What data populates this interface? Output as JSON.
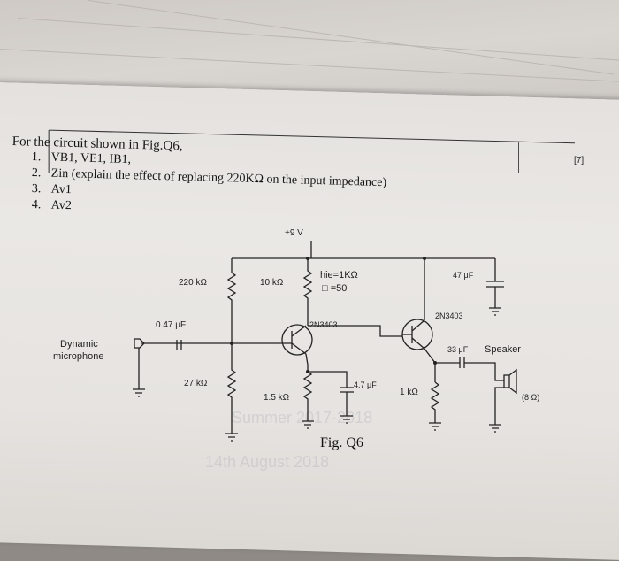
{
  "question": {
    "title": "For the circuit shown in Fig.Q6,",
    "items": [
      {
        "num": "1.",
        "text": "VB1, VE1, IB1,"
      },
      {
        "num": "2.",
        "text": "Zin (explain the effect of replacing 220KΩ on the input impedance)"
      },
      {
        "num": "3.",
        "text": "Av1"
      },
      {
        "num": "4.",
        "text": "Av2"
      }
    ],
    "marks": "[7]"
  },
  "circuit": {
    "supply": "+9 V",
    "r_bias_top": "220 kΩ",
    "r_collector1": "10 kΩ",
    "params_hie": "hie=1KΩ",
    "params_beta": "□ =50",
    "cap_in": "0.47 μF",
    "transistor1": "2N3403",
    "transistor2": "2N3403",
    "cap_supply": "47 μF",
    "source_line1": "Dynamic",
    "source_line2": "microphone",
    "r_bias_bottom": "27 kΩ",
    "r_emitter1": "1.5 kΩ",
    "cap_emitter": "4.7 μF",
    "r_emitter2": "1 kΩ",
    "cap_out": "33 μF",
    "load": "Speaker",
    "load_value": "(8 Ω)"
  },
  "figure_caption": "Fig. Q6",
  "watermark": [
    "Summer 2017-2018",
    "14th August 2018"
  ]
}
